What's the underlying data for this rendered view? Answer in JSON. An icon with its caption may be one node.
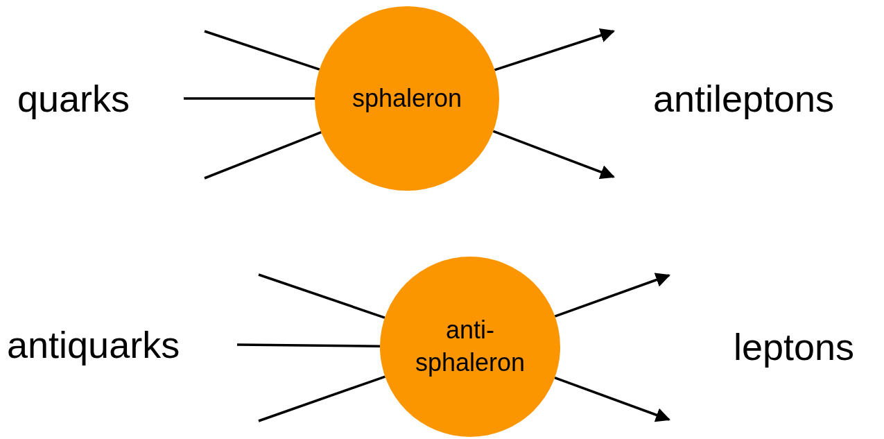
{
  "diagram": {
    "nodes": [
      {
        "text": [
          "quarks"
        ]
      },
      {
        "text": [
          "sphaleron"
        ]
      },
      {
        "text": [
          "antileptons"
        ]
      },
      {
        "text": [
          "antiquarks"
        ]
      },
      {
        "text": [
          "anti- sphaleron"
        ]
      },
      {
        "text": [
          "leptons"
        ]
      }
    ],
    "edges": [
      {
        "from": null,
        "to": 1,
        "arrow": "none"
      },
      {
        "from": 0,
        "to": 1,
        "arrow": "none"
      },
      {
        "from": null,
        "to": 1,
        "arrow": "none"
      },
      {
        "from": 1,
        "to": null,
        "arrow": "to"
      },
      {
        "from": 1,
        "to": null,
        "arrow": "to"
      },
      {
        "from": null,
        "to": 4,
        "arrow": "none"
      },
      {
        "from": 3,
        "to": 4,
        "arrow": "none"
      },
      {
        "from": null,
        "to": 4,
        "arrow": "none"
      },
      {
        "from": 4,
        "to": null,
        "arrow": "to"
      },
      {
        "from": 4,
        "to": null,
        "arrow": "to"
      }
    ]
  }
}
